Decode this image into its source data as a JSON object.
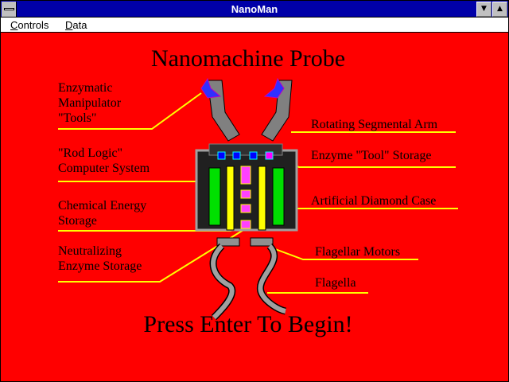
{
  "window": {
    "title": "NanoMan"
  },
  "menu": [
    {
      "label": "Controls",
      "accel": "C",
      "rest": "ontrols"
    },
    {
      "label": "Data",
      "accel": "D",
      "rest": "ata"
    }
  ],
  "heading": "Nanomachine Probe",
  "prompt": "Press Enter To Begin!",
  "labels": {
    "tools": [
      "Enzymatic",
      "Manipulator",
      "\"Tools\""
    ],
    "arm": "Rotating Segmental Arm",
    "rod": [
      "\"Rod Logic\"",
      "Computer System"
    ],
    "storage": "Enzyme \"Tool\" Storage",
    "chem": [
      "Chemical Energy",
      "Storage"
    ],
    "case": "Artificial Diamond Case",
    "neutral": [
      "Neutralizing",
      "Enzyme Storage"
    ],
    "motors": "Flagellar Motors",
    "flagella": "Flagella"
  },
  "colors": {
    "titlebar": "#0000a8",
    "background": "#ff0000",
    "leader": "#ffff00"
  }
}
